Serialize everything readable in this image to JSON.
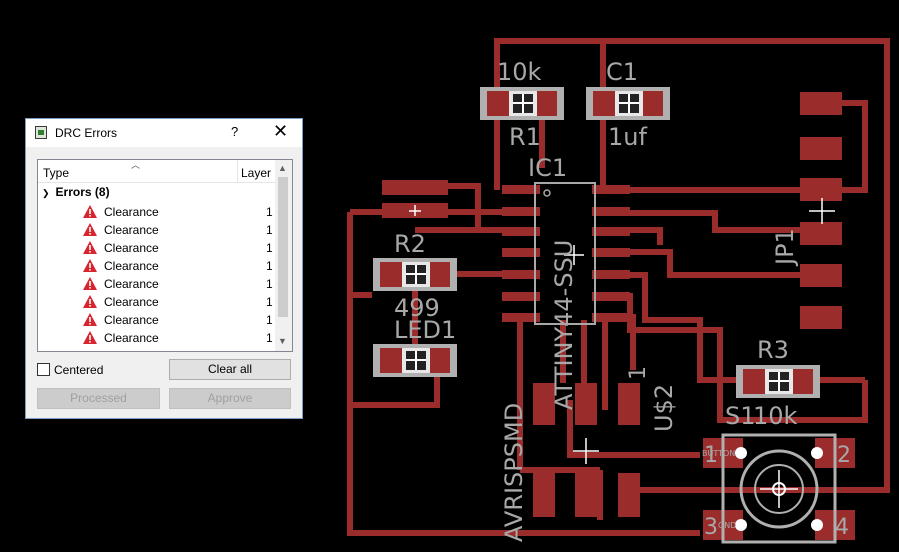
{
  "board": {
    "labels": {
      "r1_value": "10k",
      "r1_name": "R1",
      "c1_name": "C1",
      "c1_value": "1uf",
      "ic1_name": "IC1",
      "ic1_part": "ATTINY44-SSU",
      "r2_name": "R2",
      "r2_value": "499",
      "led1_name": "LED1",
      "jp1_name": "JP1",
      "r3_name": "R3",
      "s1_name": "S1",
      "s1_value": "10k",
      "avr_name": "AVRISPSMD",
      "u2_name": "U$2",
      "u2_pin": "1",
      "btn_pin1": "1",
      "btn_pin2": "2",
      "btn_pin3": "3",
      "btn_pin4": "4",
      "btn_small": "BUTTON",
      "gnd_small": "GND"
    },
    "colors": {
      "copper": "#9b2c2c",
      "silkscreen": "#a8a8a8",
      "background": "#000000"
    }
  },
  "dialog": {
    "title": "DRC Errors",
    "help": "?",
    "close": "✕",
    "columns": {
      "type": "Type",
      "layer": "Layer"
    },
    "group_label": "Errors (8)",
    "rows": [
      {
        "type": "Clearance",
        "layer": "1"
      },
      {
        "type": "Clearance",
        "layer": "1"
      },
      {
        "type": "Clearance",
        "layer": "1"
      },
      {
        "type": "Clearance",
        "layer": "1"
      },
      {
        "type": "Clearance",
        "layer": "1"
      },
      {
        "type": "Clearance",
        "layer": "1"
      },
      {
        "type": "Clearance",
        "layer": "1"
      },
      {
        "type": "Clearance",
        "layer": "1"
      }
    ],
    "centered_label": "Centered",
    "clear_all": "Clear all",
    "processed": "Processed",
    "approve": "Approve",
    "icon": "warning-triangle-icon"
  }
}
